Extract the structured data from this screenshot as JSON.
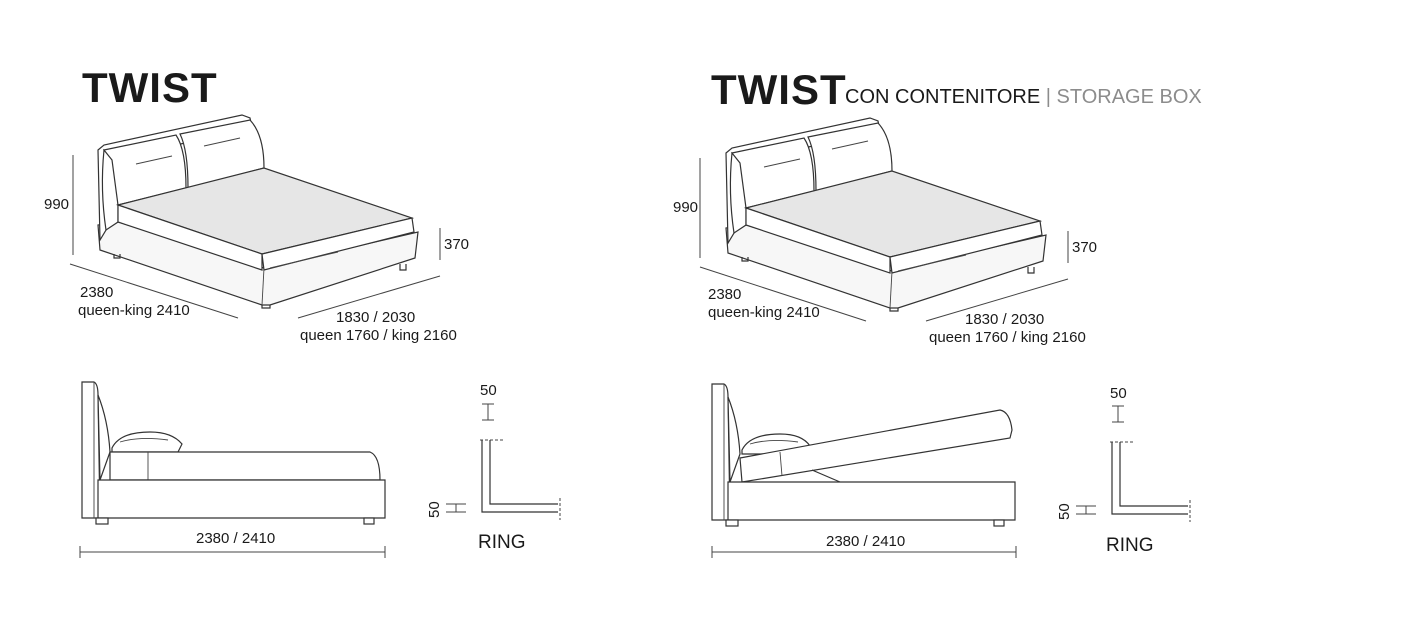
{
  "left": {
    "title": "TWIST",
    "dims": {
      "height": "990",
      "length": "2380",
      "length_alt": "queen-king 2410",
      "width": "1830 / 2030",
      "width_alt": "queen 1760 / king 2160",
      "base_height": "370",
      "side_length": "2380 / 2410",
      "ring_top": "50",
      "ring_side": "50",
      "ring_label": "RING"
    }
  },
  "right": {
    "title": "TWIST",
    "subtitle_main": "CON CONTENITORE",
    "subtitle_sep": " | ",
    "subtitle_alt": "STORAGE BOX",
    "dims": {
      "height": "990",
      "length": "2380",
      "length_alt": "queen-king 2410",
      "width": "1830 / 2030",
      "width_alt": "queen 1760 / king 2160",
      "base_height": "370",
      "side_length": "2380 / 2410",
      "ring_top": "50",
      "ring_side": "50",
      "ring_label": "RING"
    }
  }
}
